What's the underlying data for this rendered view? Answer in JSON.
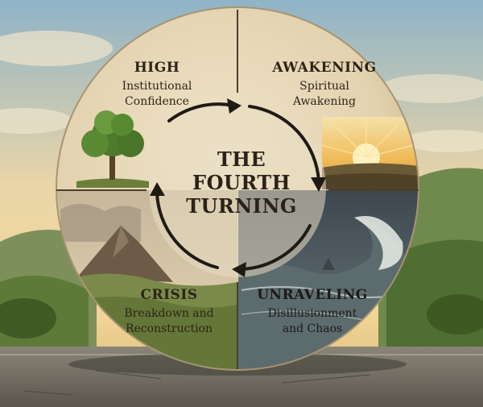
{
  "title": {
    "line1": "THE",
    "line2": "FOURTH",
    "line3": "TURNING"
  },
  "quadrants": {
    "high": {
      "title": "HIGH",
      "line1": "Institutional",
      "line2": "Confidence",
      "icon": "tree-icon"
    },
    "awakening": {
      "title": "AWAKENING",
      "line1": "Spiritual",
      "line2": "Awakening",
      "icon": "sunrise-icon"
    },
    "unraveling": {
      "title": "UNRAVELING",
      "line1": "Disillusionment",
      "line2": "and Chaos",
      "icon": "wave-icon"
    },
    "crisis": {
      "title": "CRISIS",
      "line1": "Breakdown and",
      "line2": "Reconstruction",
      "icon": "mountain-icon"
    }
  },
  "colors": {
    "stone": "#e6d7b8",
    "stone_edge": "#b9a582",
    "text": "#2c2418",
    "arrow": "#1f1a14",
    "sky_top": "#8fb3c7",
    "sky_glow": "#f3d79a"
  }
}
